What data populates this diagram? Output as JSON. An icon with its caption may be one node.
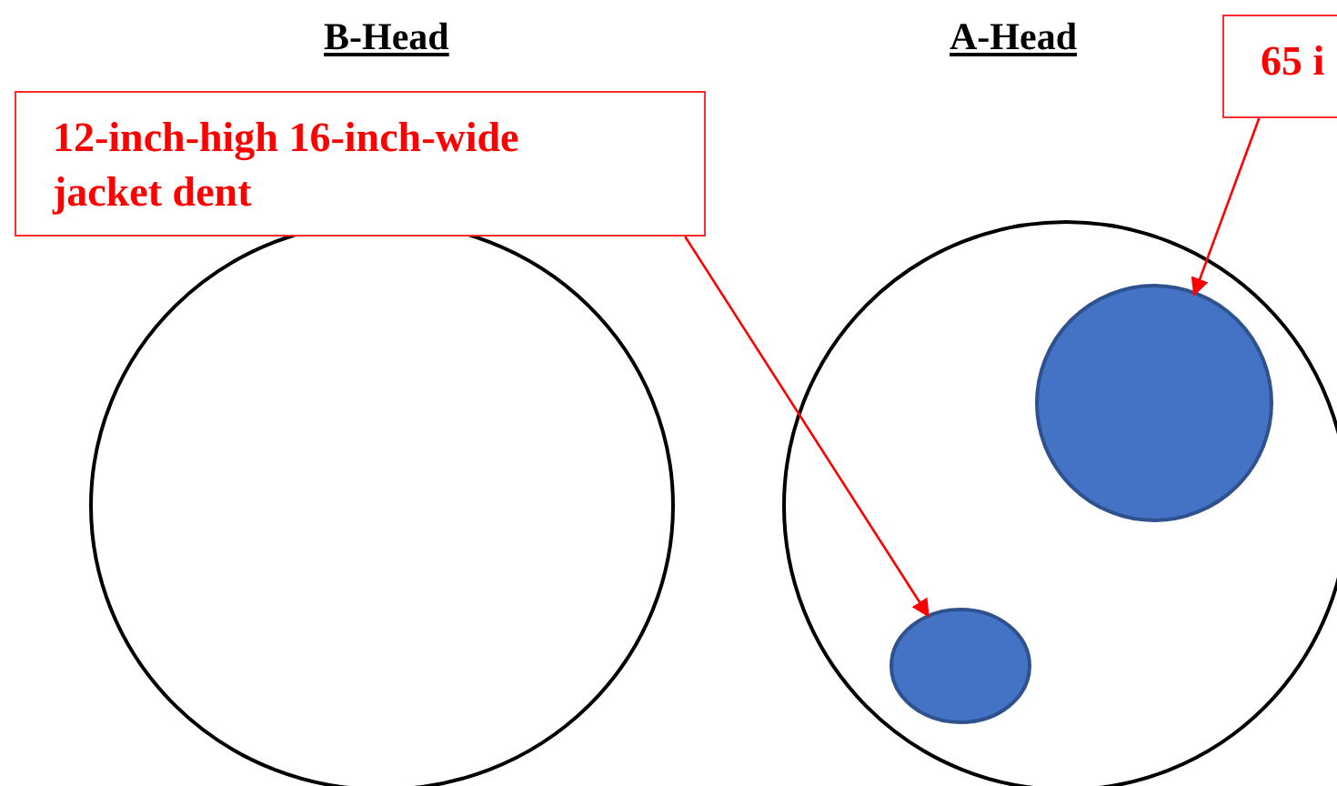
{
  "diagram": {
    "nodes": [
      {
        "text": [],
        "shape": "circle"
      },
      {
        "text": [],
        "shape": "circle"
      },
      {
        "text": [
          "12-inch-high 16-inch-wide jacket dent"
        ]
      },
      {
        "text": [
          "65 i"
        ]
      },
      {
        "text": [],
        "shape": "circle",
        "in": 1
      },
      {
        "text": [],
        "shape": "circle",
        "in": 1
      }
    ],
    "edges": [
      {
        "from": 2,
        "to": 4,
        "arrow": "to"
      },
      {
        "from": 3,
        "to": 5,
        "arrow": "to"
      }
    ],
    "labels": [
      "B-Head",
      "A-Head"
    ]
  }
}
